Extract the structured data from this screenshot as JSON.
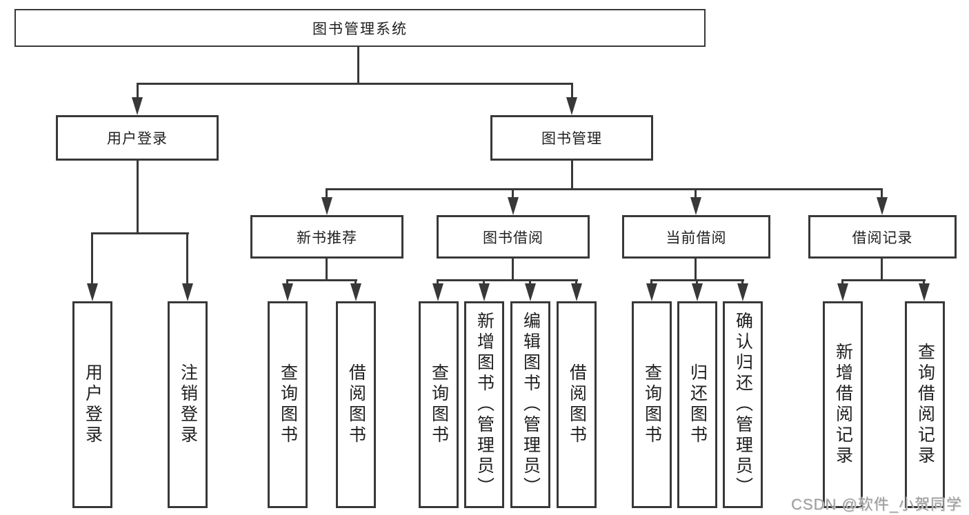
{
  "tree": {
    "root": "图书管理系统",
    "branches": [
      {
        "label": "用户登录",
        "children": [
          "用户登录",
          "注销登录"
        ]
      },
      {
        "label": "图书管理",
        "groups": [
          {
            "label": "新书推荐",
            "children": [
              "查询图书",
              "借阅图书"
            ]
          },
          {
            "label": "图书借阅",
            "children": [
              "查询图书",
              "新增图书（管理员）",
              "编辑图书（管理员）",
              "借阅图书"
            ]
          },
          {
            "label": "当前借阅",
            "children": [
              "查询图书",
              "归还图书",
              "确认归还（管理员）"
            ]
          },
          {
            "label": "借阅记录",
            "children": [
              "新增借阅记录",
              "查询借阅记录"
            ]
          }
        ]
      }
    ]
  },
  "watermark": {
    "text": "CSDN @软件_小贺同学"
  },
  "colors": {
    "line": "#383838",
    "text": "#1f1f1f",
    "watermark": "#9e9e9e",
    "background": "#ffffff"
  }
}
